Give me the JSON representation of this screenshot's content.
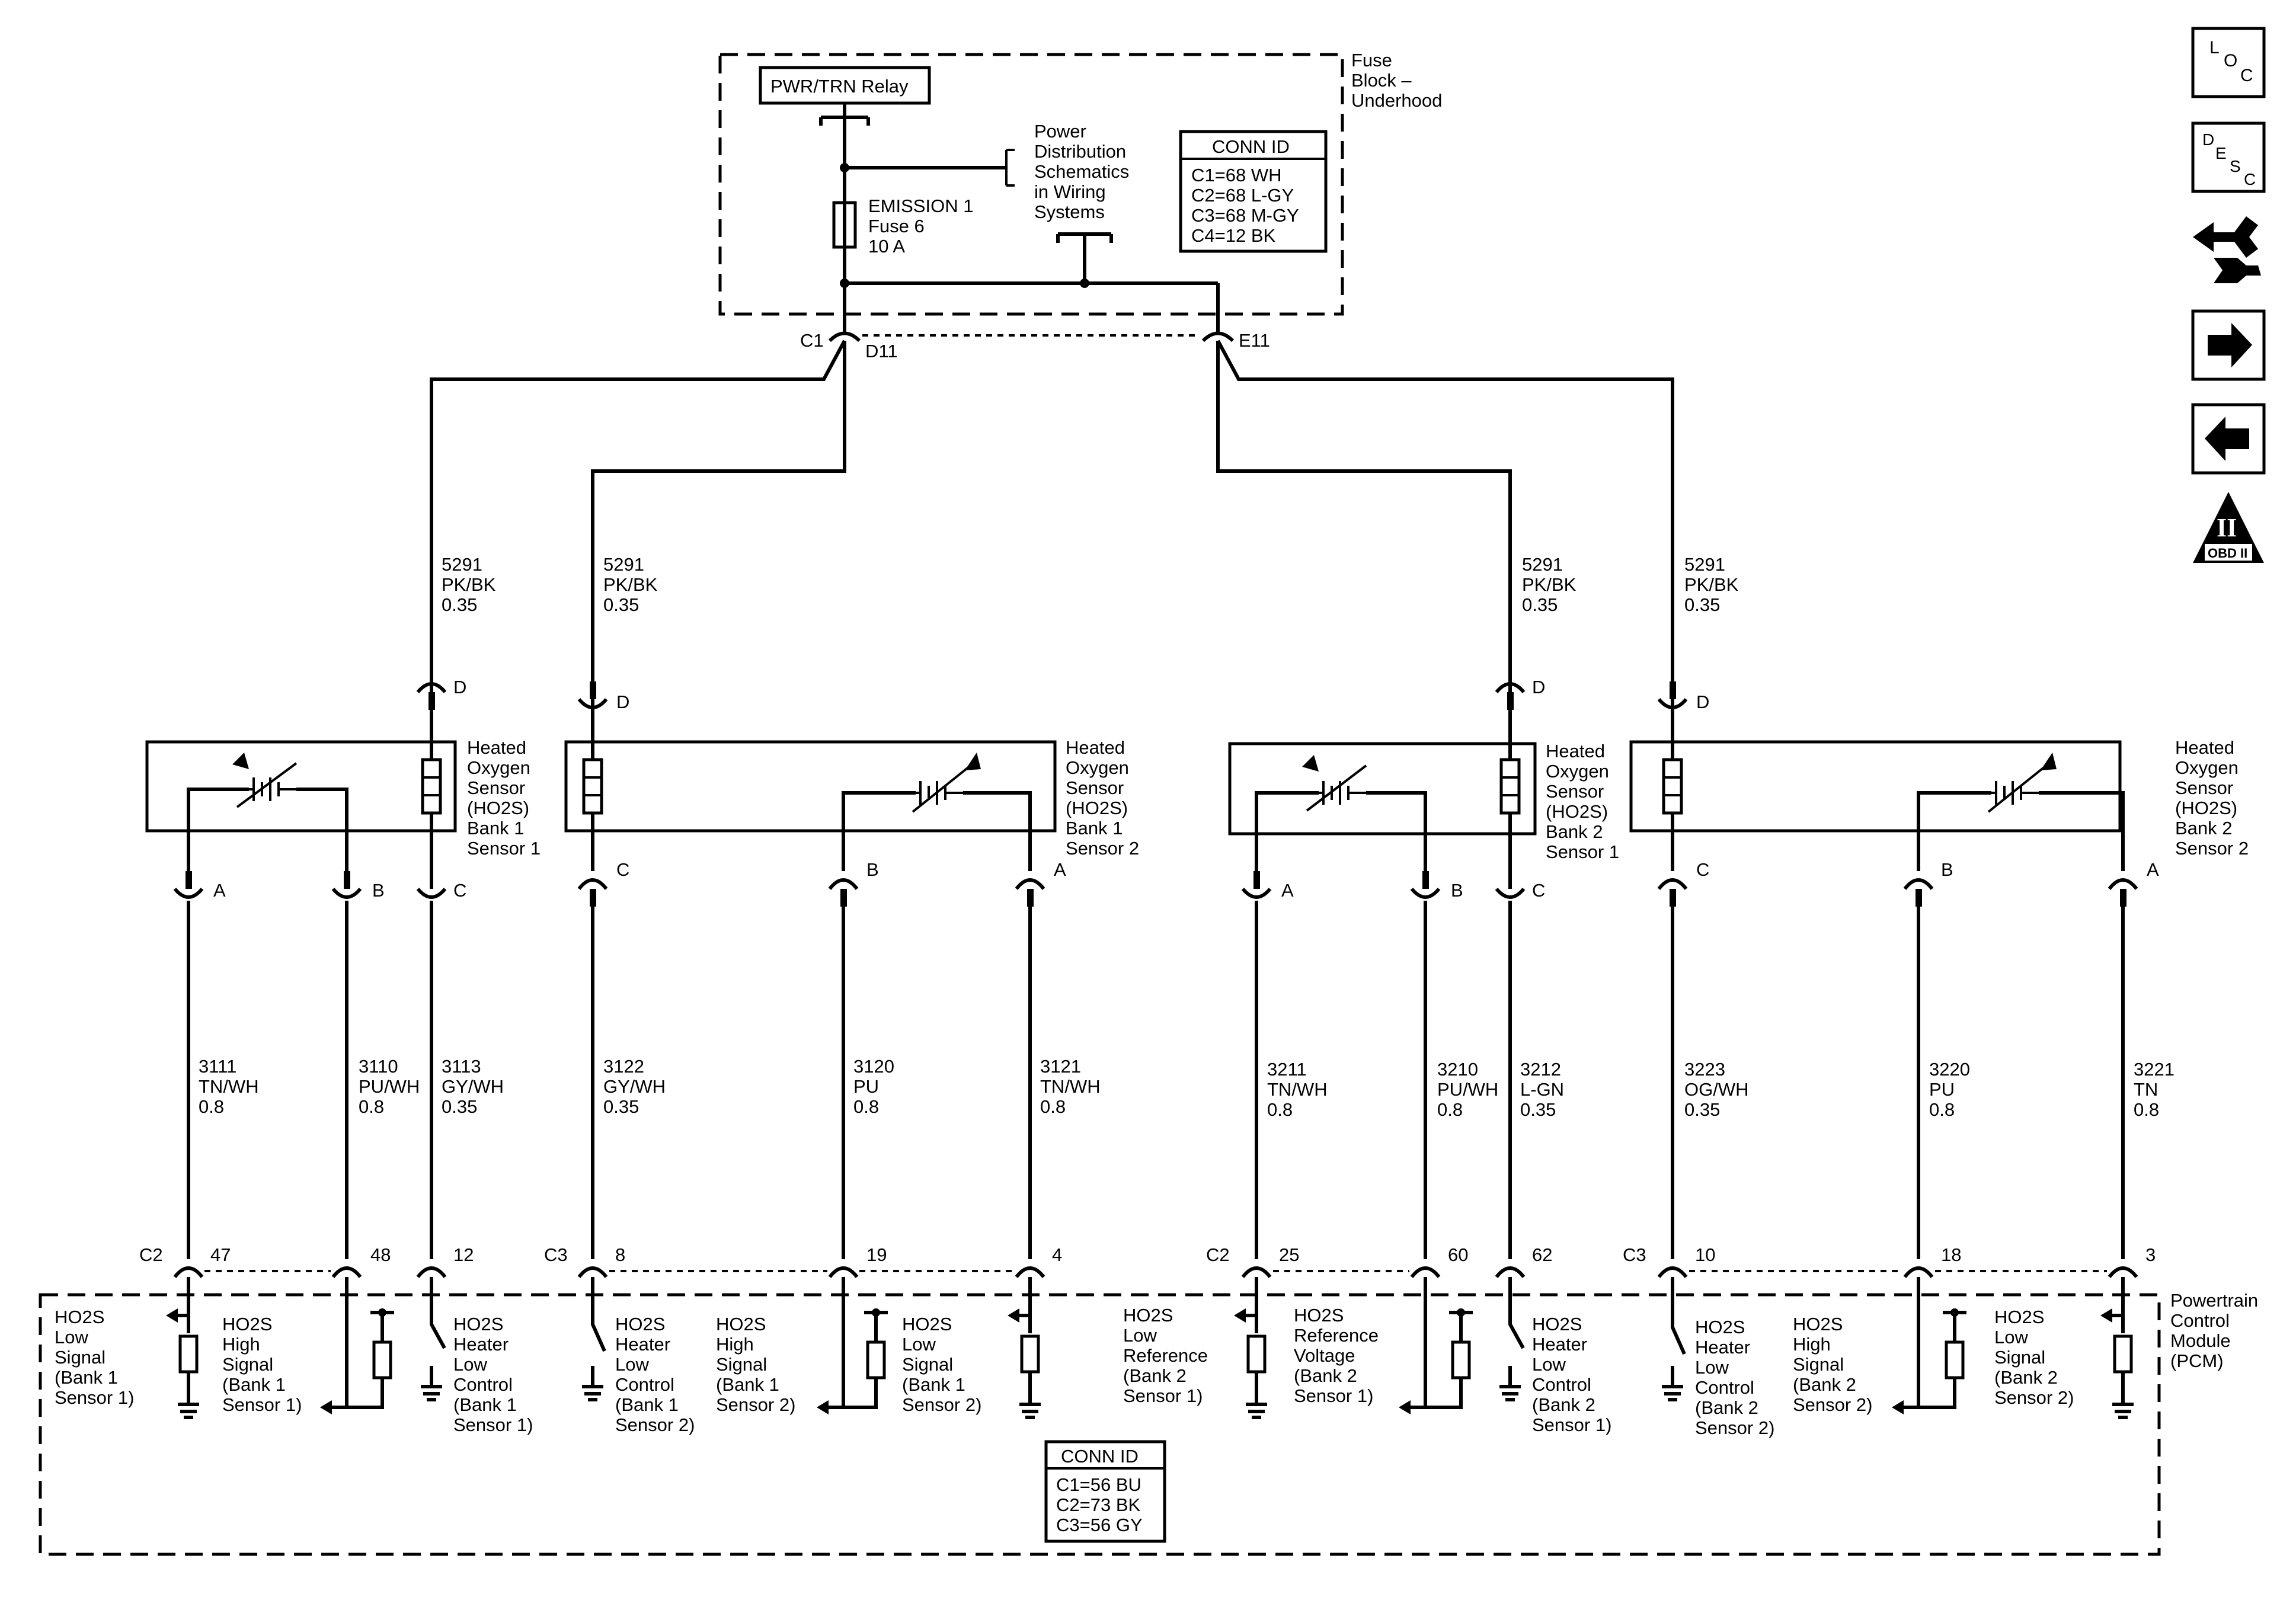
{
  "fuse_block": {
    "title": [
      "Fuse",
      "Block –",
      "Underhood"
    ],
    "relay": "PWR/TRN Relay",
    "fuse": [
      "EMISSION 1",
      "Fuse 6",
      "10 A"
    ],
    "power_note": [
      "Power",
      "Distribution",
      "Schematics",
      "in Wiring",
      "Systems"
    ],
    "conn_id": {
      "title": "CONN ID",
      "lines": [
        "C1=68 WH",
        "C2=68 L-GY",
        "C3=68 M-GY",
        "C4=12 BK"
      ]
    },
    "c1": "C1",
    "d11": "D11",
    "e11": "E11"
  },
  "feed_wires": [
    {
      "lines": [
        "5291",
        "PK/BK",
        "0.35"
      ]
    },
    {
      "lines": [
        "5291",
        "PK/BK",
        "0.35"
      ]
    },
    {
      "lines": [
        "5291",
        "PK/BK",
        "0.35"
      ]
    },
    {
      "lines": [
        "5291",
        "PK/BK",
        "0.35"
      ]
    }
  ],
  "sensors": [
    {
      "name": [
        "Heated",
        "Oxygen",
        "Sensor",
        "(HO2S)",
        "Bank 1",
        "Sensor 1"
      ],
      "pin_d": "D",
      "pins": [
        "A",
        "B",
        "C"
      ]
    },
    {
      "name": [
        "Heated",
        "Oxygen",
        "Sensor",
        "(HO2S)",
        "Bank 1",
        "Sensor 2"
      ],
      "pin_d": "D",
      "pins": [
        "C",
        "B",
        "A"
      ]
    },
    {
      "name": [
        "Heated",
        "Oxygen",
        "Sensor",
        "(HO2S)",
        "Bank 2",
        "Sensor 1"
      ],
      "pin_d": "D",
      "pins": [
        "A",
        "B",
        "C"
      ]
    },
    {
      "name": [
        "Heated",
        "Oxygen",
        "Sensor",
        "(HO2S)",
        "Bank 2",
        "Sensor 2"
      ],
      "pin_d": "D",
      "pins": [
        "C",
        "B",
        "A"
      ]
    }
  ],
  "circuits": [
    {
      "lines": [
        "3111",
        "TN/WH",
        "0.8"
      ],
      "pin": "47"
    },
    {
      "lines": [
        "3110",
        "PU/WH",
        "0.8"
      ],
      "pin": "48"
    },
    {
      "lines": [
        "3113",
        "GY/WH",
        "0.35"
      ],
      "pin": "12"
    },
    {
      "lines": [
        "3122",
        "GY/WH",
        "0.35"
      ],
      "pin": "8"
    },
    {
      "lines": [
        "3120",
        "PU",
        "0.8"
      ],
      "pin": "19"
    },
    {
      "lines": [
        "3121",
        "TN/WH",
        "0.8"
      ],
      "pin": "4"
    },
    {
      "lines": [
        "3211",
        "TN/WH",
        "0.8"
      ],
      "pin": "25"
    },
    {
      "lines": [
        "3210",
        "PU/WH",
        "0.8"
      ],
      "pin": "60"
    },
    {
      "lines": [
        "3212",
        "L-GN",
        "0.35"
      ],
      "pin": "62"
    },
    {
      "lines": [
        "3223",
        "OG/WH",
        "0.35"
      ],
      "pin": "10"
    },
    {
      "lines": [
        "3220",
        "PU",
        "0.8"
      ],
      "pin": "18"
    },
    {
      "lines": [
        "3221",
        "TN",
        "0.8"
      ],
      "pin": "3"
    }
  ],
  "pcm_connectors": [
    "C2",
    "C3",
    "C2",
    "C3"
  ],
  "pcm": {
    "title": [
      "Powertrain",
      "Control",
      "Module",
      "(PCM)"
    ],
    "functions": [
      [
        "HO2S",
        "Low",
        "Signal",
        "(Bank 1",
        "Sensor 1)"
      ],
      [
        "HO2S",
        "High",
        "Signal",
        "(Bank 1",
        "Sensor 1)"
      ],
      [
        "HO2S",
        "Heater",
        "Low",
        "Control",
        "(Bank 1",
        "Sensor 1)"
      ],
      [
        "HO2S",
        "Heater",
        "Low",
        "Control",
        "(Bank 1",
        "Sensor 2)"
      ],
      [
        "HO2S",
        "High",
        "Signal",
        "(Bank 1",
        "Sensor 2)"
      ],
      [
        "HO2S",
        "Low",
        "Signal",
        "(Bank 1",
        "Sensor 2)"
      ],
      [
        "HO2S",
        "Low",
        "Reference",
        "(Bank 2",
        "Sensor 1)"
      ],
      [
        "HO2S",
        "Reference",
        "Voltage",
        "(Bank 2",
        "Sensor 1)"
      ],
      [
        "HO2S",
        "Heater",
        "Low",
        "Control",
        "(Bank 2",
        "Sensor 1)"
      ],
      [
        "HO2S",
        "Heater",
        "Low",
        "Control",
        "(Bank 2",
        "Sensor 2)"
      ],
      [
        "HO2S",
        "High",
        "Signal",
        "(Bank 2",
        "Sensor 2)"
      ],
      [
        "HO2S",
        "Low",
        "Signal",
        "(Bank 2",
        "Sensor 2)"
      ]
    ],
    "conn_id": {
      "title": "CONN ID",
      "lines": [
        "C1=56 BU",
        "C2=73 BK",
        "C3=56 GY"
      ]
    }
  },
  "nav": {
    "loc": [
      "L",
      "O",
      "C"
    ],
    "desc": [
      "D",
      "E",
      "S",
      "C"
    ],
    "obd": "OBD II",
    "obd_mark": "II"
  }
}
